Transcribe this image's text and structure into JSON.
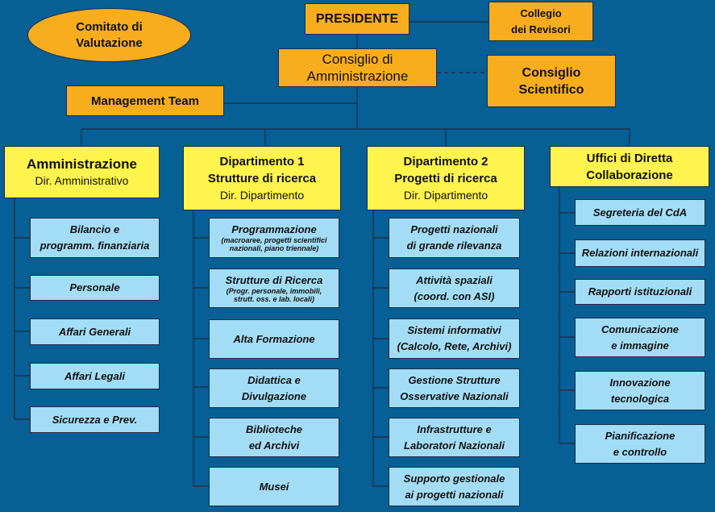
{
  "top": {
    "comitato": [
      "Comitato di",
      "Valutazione"
    ],
    "presidente": "PRESIDENTE",
    "collegio": [
      "Collegio",
      "dei Revisori"
    ],
    "consiglio_amm": [
      "Consiglio di",
      "Amministrazione"
    ],
    "consiglio_sci": [
      "Consiglio",
      "Scientifico"
    ],
    "management": "Management Team"
  },
  "departments": [
    {
      "title": [
        "Amministrazione"
      ],
      "dir": "Dir. Amministrativo"
    },
    {
      "title": [
        "Dipartimento 1",
        "Strutture di ricerca"
      ],
      "dir": "Dir. Dipartimento"
    },
    {
      "title": [
        "Dipartimento 2",
        "Progetti di ricerca"
      ],
      "dir": "Dir. Dipartimento"
    },
    {
      "title": [
        "Uffici di Diretta",
        "Collaborazione"
      ],
      "dir": ""
    }
  ],
  "col1": [
    [
      "Bilancio e",
      "programm. finanziaria"
    ],
    [
      "Personale"
    ],
    [
      "Affari Generali"
    ],
    [
      "Affari Legali"
    ],
    [
      "Sicurezza e Prev."
    ]
  ],
  "col2": [
    {
      "main": "Programmazione",
      "sub": [
        "(macroaree, progetti scientifici",
        "nazionali, piano triennale)"
      ]
    },
    {
      "main": "Strutture di Ricerca",
      "sub": [
        "(Progr. personale, immobili,",
        "strutt. oss. e lab. locali)"
      ]
    },
    {
      "main": "Alta Formazione",
      "sub": []
    },
    {
      "main": "Didattica e",
      "main2": "Divulgazione",
      "sub": []
    },
    {
      "main": "Biblioteche",
      "main2": "ed Archivi",
      "sub": []
    },
    {
      "main": "Musei",
      "sub": []
    }
  ],
  "col3": [
    [
      "Progetti nazionali",
      "di grande rilevanza"
    ],
    [
      "Attività spaziali",
      "(coord. con ASI)"
    ],
    [
      "Sistemi informativi",
      "(Calcolo, Rete, Archivi)"
    ],
    [
      "Gestione Strutture",
      "Osservative Nazionali"
    ],
    [
      "Infrastrutture e",
      "Laboratori Nazionali"
    ],
    [
      "Supporto gestionale",
      "ai progetti nazionali"
    ]
  ],
  "col4": [
    [
      "Segreteria del CdA"
    ],
    [
      "Relazioni internazionali"
    ],
    [
      "Rapporti istituzionali"
    ],
    [
      "Comunicazione",
      "e immagine"
    ],
    [
      "Innovazione",
      "tecnologica"
    ],
    [
      "Pianificazione",
      "e controllo"
    ]
  ]
}
